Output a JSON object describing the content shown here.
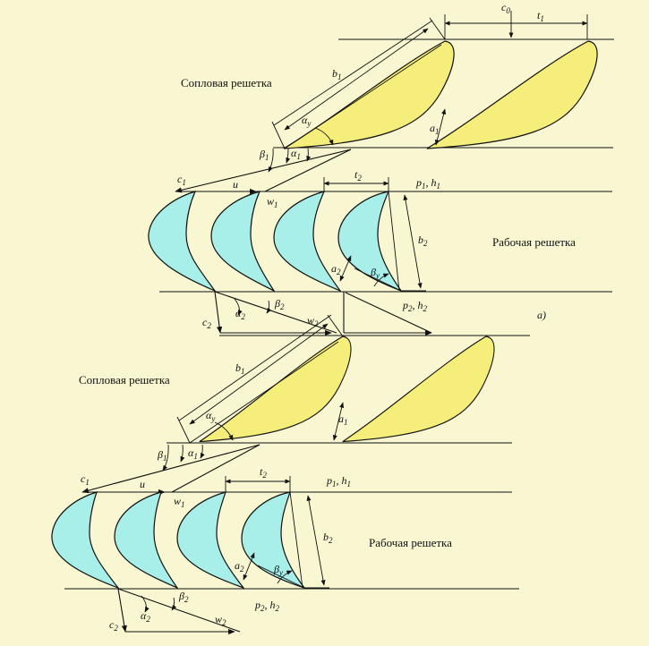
{
  "top": {
    "nozzle_label": "Сопловая решетка",
    "rotor_label": "Рабочая решетка",
    "figure_label": "а)",
    "symbols": {
      "c0": "c",
      "c0_sub": "0",
      "t1": "t",
      "t1_sub": "1",
      "b1": "b",
      "b1_sub": "1",
      "alpha_y": "α",
      "alpha_y_sub": "y",
      "a1": "a",
      "a1_sub": "1",
      "beta1": "β",
      "beta1_sub": "1",
      "alpha1": "α",
      "alpha1_sub": "1",
      "c1": "c",
      "c1_sub": "1",
      "u": "u",
      "w1": "w",
      "w1_sub": "1",
      "t2": "t",
      "t2_sub": "2",
      "p1h1": "p",
      "p1h1_sub1": "1",
      "p1h1_mid": ", h",
      "p1h1_sub2": "1",
      "b2": "b",
      "b2_sub": "2",
      "a2": "a",
      "a2_sub": "2",
      "beta_y": "β",
      "beta_y_sub": "y",
      "alpha2": "α",
      "alpha2_sub": "2",
      "beta2": "β",
      "beta2_sub": "2",
      "c2": "c",
      "c2_sub": "2",
      "w2": "w",
      "w2_sub": "2",
      "p2h2": "p",
      "p2h2_sub1": "2",
      "p2h2_mid": ", h",
      "p2h2_sub2": "2"
    }
  },
  "bottom": {
    "nozzle_label": "Сопловая решетка",
    "rotor_label": "Рабочая решетка",
    "symbols": {
      "b1": "b",
      "b1_sub": "1",
      "alpha_y": "α",
      "alpha_y_sub": "y",
      "a1": "a",
      "a1_sub": "1",
      "beta1": "β",
      "beta1_sub": "1",
      "alpha1": "α",
      "alpha1_sub": "1",
      "c1": "c",
      "c1_sub": "1",
      "u": "u",
      "w1": "w",
      "w1_sub": "1",
      "t2": "t",
      "t2_sub": "2",
      "p1h1": "p",
      "p1h1_sub1": "1",
      "p1h1_mid": ", h",
      "p1h1_sub2": "1",
      "b2": "b",
      "b2_sub": "2",
      "a2": "a",
      "a2_sub": "2",
      "beta_y": "β",
      "beta_y_sub": "y",
      "alpha2": "α",
      "alpha2_sub": "2",
      "beta2": "β",
      "beta2_sub": "2",
      "c2": "c",
      "c2_sub": "2",
      "w2": "w",
      "w2_sub": "2",
      "p2h2": "p",
      "p2h2_sub1": "2",
      "p2h2_mid": ", h",
      "p2h2_sub2": "2"
    }
  },
  "colors": {
    "background": "#f8f7d2",
    "nozzle_blade": "#f5ee7a",
    "rotor_blade": "#a8efe9",
    "lines": "#111111"
  }
}
